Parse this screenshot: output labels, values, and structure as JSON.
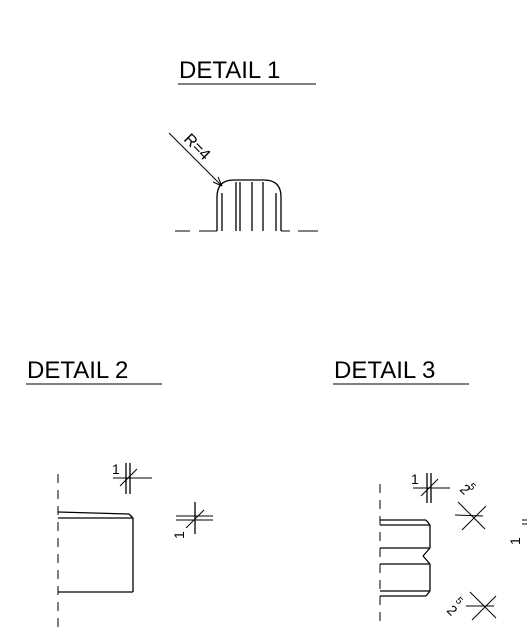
{
  "details": {
    "d1": {
      "title": "DETAIL 1",
      "radius_label": "R=4"
    },
    "d2": {
      "title": "DETAIL 2",
      "dim_label": "1"
    },
    "d3": {
      "title": "DETAIL 3",
      "dim_label_a": "1",
      "dim_label_b": "2",
      "dim_label_b_sup": "5",
      "dim_label_c": "2",
      "dim_label_c_sup": "5"
    }
  }
}
